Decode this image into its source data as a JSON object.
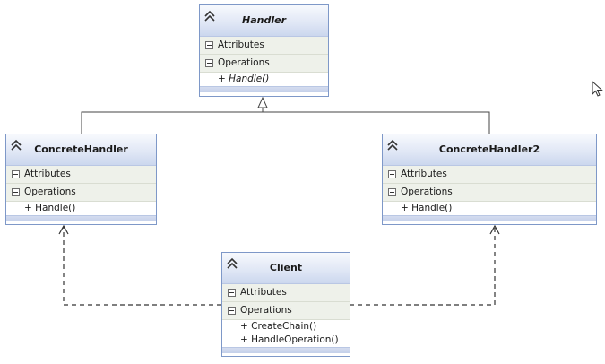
{
  "classes": {
    "handler": {
      "name": "Handler",
      "attributes_label": "Attributes",
      "operations_label": "Operations",
      "operations": [
        "+ Handle()"
      ]
    },
    "concrete1": {
      "name": "ConcreteHandler",
      "attributes_label": "Attributes",
      "operations_label": "Operations",
      "operations": [
        "+ Handle()"
      ]
    },
    "concrete2": {
      "name": "ConcreteHandler2",
      "attributes_label": "Attributes",
      "operations_label": "Operations",
      "operations": [
        "+ Handle()"
      ]
    },
    "client": {
      "name": "Client",
      "attributes_label": "Attributes",
      "operations_label": "Operations",
      "operations": [
        "+ CreateChain()",
        "+ HandleOperation()"
      ]
    }
  },
  "relationships": [
    {
      "type": "inheritance",
      "from": "ConcreteHandler",
      "to": "Handler"
    },
    {
      "type": "inheritance",
      "from": "ConcreteHandler2",
      "to": "Handler"
    },
    {
      "type": "dependency",
      "from": "Client",
      "to": "ConcreteHandler"
    },
    {
      "type": "dependency",
      "from": "Client",
      "to": "ConcreteHandler2"
    }
  ],
  "colors": {
    "border": "#7e98c8",
    "header": "#dfe6f5",
    "section": "#eef1ea",
    "connector": "#444444"
  },
  "icons": [
    "collapse-chevron-icon",
    "minus-box-icon",
    "mouse-cursor-icon"
  ]
}
